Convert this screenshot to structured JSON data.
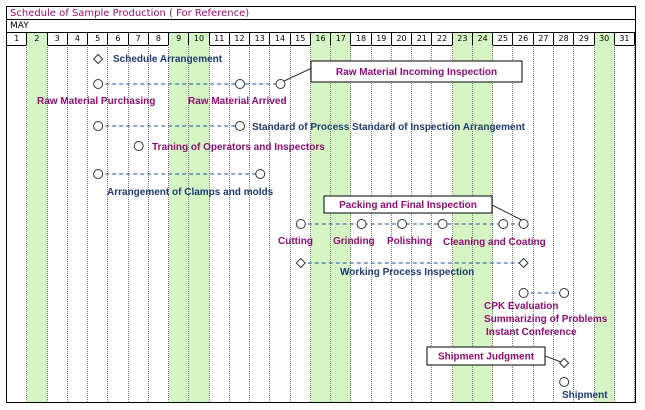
{
  "title": "Schedule of Sample Production ( For Reference)",
  "month": "MAY",
  "days": [
    "1",
    "2",
    "3",
    "4",
    "5",
    "6",
    "7",
    "8",
    "9",
    "10",
    "11",
    "12",
    "13",
    "14",
    "15",
    "16",
    "17",
    "18",
    "19",
    "20",
    "21",
    "22",
    "23",
    "24",
    "25",
    "26",
    "27",
    "28",
    "29",
    "30",
    "31"
  ],
  "highlighted_days": [
    2,
    9,
    10,
    16,
    17,
    23,
    24,
    30
  ],
  "colors": {
    "highlight": "#d6f5c4",
    "purple_text": "#8b0f73",
    "navy_text": "#1f3b72",
    "dash": "#1f4f9a"
  },
  "activities": [
    {
      "id": "schedule-arrangement",
      "text": "Schedule Arrangement",
      "color": "navy"
    },
    {
      "id": "raw-material-incoming-inspection",
      "text": "Raw Material Incoming Inspection",
      "color": "purple",
      "boxed": true
    },
    {
      "id": "raw-material-purchasing",
      "text": "Raw Material Purchasing",
      "color": "purple"
    },
    {
      "id": "raw-material-arrived",
      "text": "Raw Material Arrived",
      "color": "purple"
    },
    {
      "id": "standard-of-process",
      "text": "Standard of Process Standard of Inspection Arrangement",
      "color": "navy"
    },
    {
      "id": "training-of-operators",
      "text": "Traning of Operators and Inspectors",
      "color": "purple"
    },
    {
      "id": "arrangement-of-clamps",
      "text": "Arrangement of Clamps and molds",
      "color": "navy"
    },
    {
      "id": "packing-and-final-inspection",
      "text": "Packing and Final Inspection",
      "color": "purple",
      "boxed": true
    },
    {
      "id": "cutting",
      "text": "Cutting",
      "color": "purple"
    },
    {
      "id": "grinding",
      "text": "Grinding",
      "color": "purple"
    },
    {
      "id": "polishing",
      "text": "Polishing",
      "color": "purple"
    },
    {
      "id": "cleaning-and-coating",
      "text": "Cleaning and Coating",
      "color": "purple"
    },
    {
      "id": "working-process-inspection",
      "text": "Working Process Inspection",
      "color": "navy"
    },
    {
      "id": "cpk-evaluation",
      "text": "CPK Evaluation",
      "color": "purple"
    },
    {
      "id": "summarizing-of-problems",
      "text": "Summarizing of Problems",
      "color": "purple"
    },
    {
      "id": "instant-conference",
      "text": "Instant Conference",
      "color": "purple"
    },
    {
      "id": "shipment-judgment",
      "text": "Shipment Judgment",
      "color": "purple",
      "boxed": true
    },
    {
      "id": "shipment",
      "text": "Shipment",
      "color": "navy"
    }
  ]
}
